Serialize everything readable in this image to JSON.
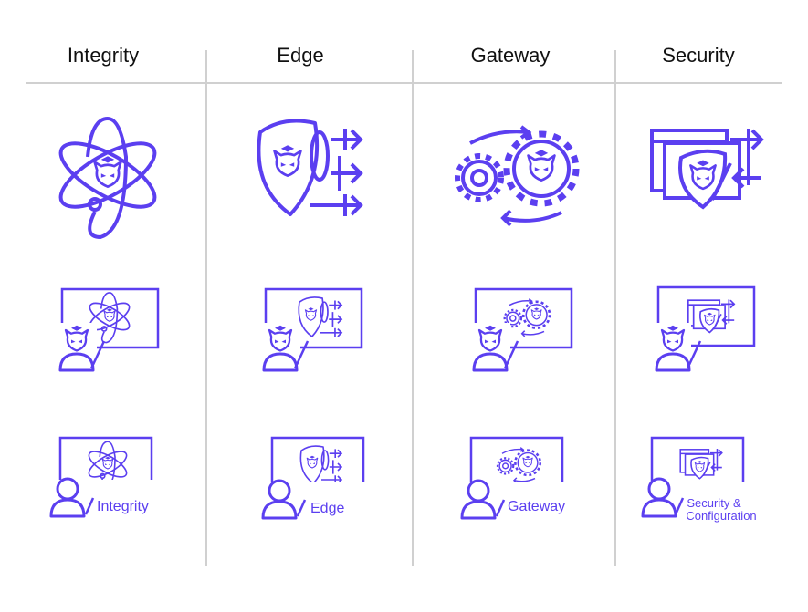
{
  "columns": [
    {
      "header": "Integrity",
      "caption": "Integrity"
    },
    {
      "header": "Edge",
      "caption": "Edge"
    },
    {
      "header": "Gateway",
      "caption": "Gateway"
    },
    {
      "header": "Security",
      "caption_line1": "Security &",
      "caption_line2": "Configuration"
    }
  ],
  "colors": {
    "accent": "#5b3ff0",
    "divider": "#d0d0d0",
    "text": "#111111"
  },
  "icons": {
    "integrity": "atom-icon",
    "edge": "shield-arrows-icon",
    "gateway": "gears-icon",
    "security": "window-shield-icon",
    "presenter": "presenter-avatar-icon"
  }
}
